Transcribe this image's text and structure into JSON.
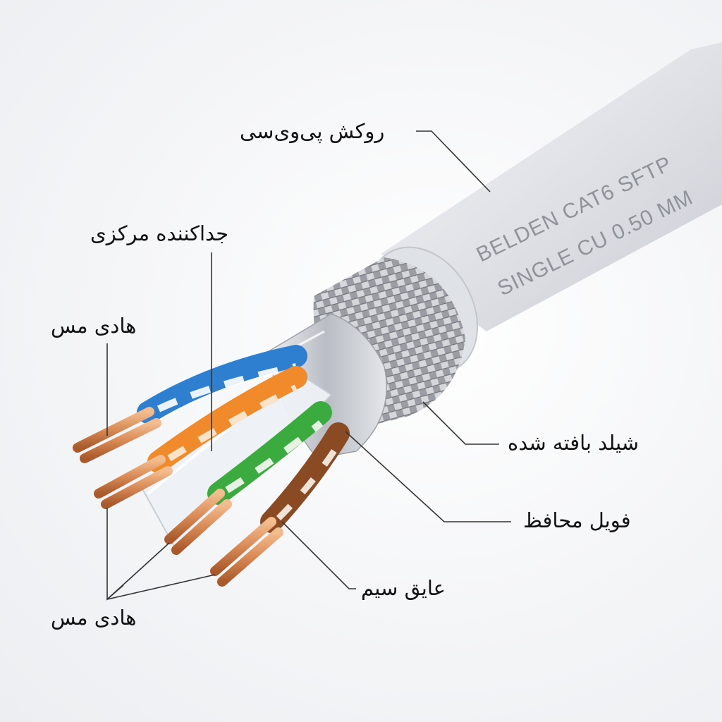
{
  "cable_print": {
    "line1": "BELDEN   CAT6 SFTP",
    "line2": "SINGLE CU 0.50 MM"
  },
  "labels": {
    "pvc_jacket": "روکش پی‌وی‌سی",
    "central_separator": "جداکننده مرکزی",
    "copper_conductor_top": "هادی مس",
    "copper_conductor_bottom": "هادی مس",
    "braided_shield": "شیلد بافته شده",
    "protective_foil": "فویل محافظ",
    "wire_insulation": "عایق سیم"
  },
  "colors": {
    "jacket": "#e3e5ea",
    "braid": "#a8abb0",
    "foil": "#d2d5da",
    "copper": "#d98a55",
    "pair_blue": "#2f7fd0",
    "pair_orange": "#f08a2a",
    "pair_green": "#3bab3f",
    "pair_brown": "#8a4a24",
    "leader_line": "#333333"
  }
}
